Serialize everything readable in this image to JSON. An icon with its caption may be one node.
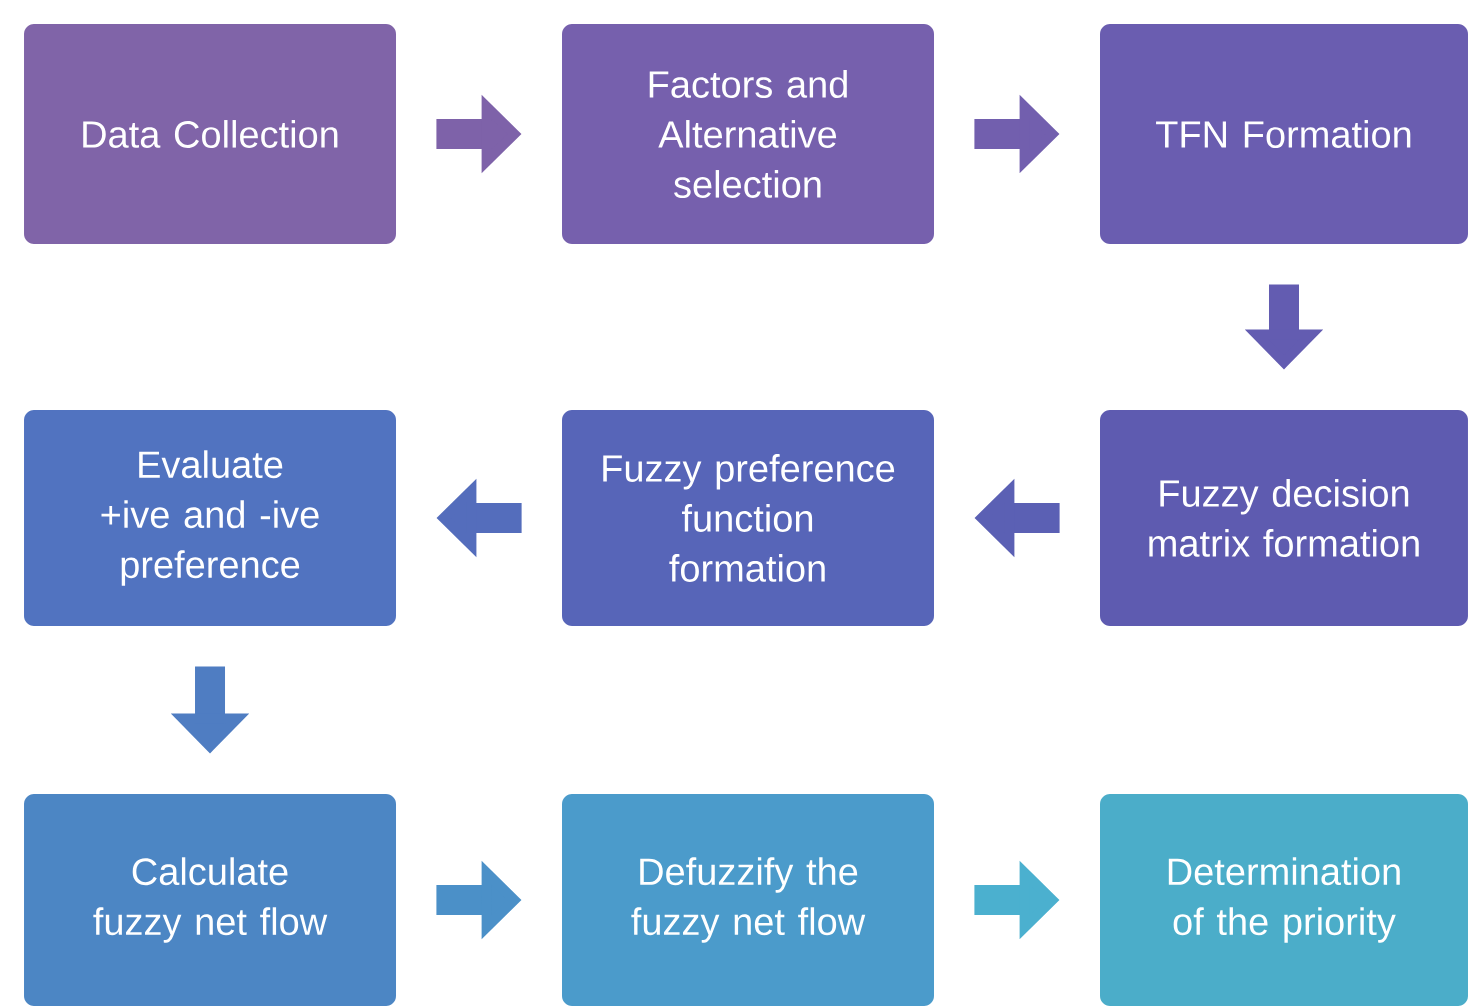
{
  "diagram": {
    "nodes": [
      {
        "text": [
          "Data Collection"
        ]
      },
      {
        "text": [
          "Factors and Alternative selection"
        ]
      },
      {
        "text": [
          "TFN Formation"
        ]
      },
      {
        "text": [
          "Fuzzy decision matrix formation"
        ]
      },
      {
        "text": [
          "Fuzzy preference function formation"
        ]
      },
      {
        "text": [
          "Evaluate +ive and -ive preference"
        ]
      },
      {
        "text": [
          "Calculate fuzzy net flow"
        ]
      },
      {
        "text": [
          "Defuzzify the fuzzy net flow"
        ]
      },
      {
        "text": [
          "Determination of the priority"
        ]
      }
    ],
    "edges": [
      {
        "from": 0,
        "to": 1,
        "arrow": "to",
        "color": "#7e62a9"
      },
      {
        "from": 1,
        "to": 2,
        "arrow": "to",
        "color": "#725fae"
      },
      {
        "from": 2,
        "to": 3,
        "arrow": "to",
        "color": "#635cb1"
      },
      {
        "from": 3,
        "to": 4,
        "arrow": "to",
        "color": "#5b60b4"
      },
      {
        "from": 4,
        "to": 5,
        "arrow": "to",
        "color": "#546dbc"
      },
      {
        "from": 5,
        "to": 6,
        "arrow": "to",
        "color": "#4f7dc2"
      },
      {
        "from": 6,
        "to": 7,
        "arrow": "to",
        "color": "#4b90c8"
      },
      {
        "from": 7,
        "to": 8,
        "arrow": "to",
        "color": "#4bb0cf"
      }
    ]
  }
}
